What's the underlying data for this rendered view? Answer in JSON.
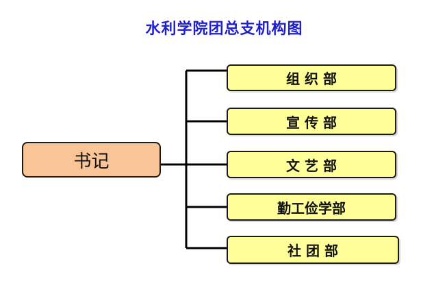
{
  "title": "水利学院团总支机构图",
  "root": {
    "label": "书记"
  },
  "children": [
    {
      "label": "组 织 部"
    },
    {
      "label": "宣 传 部"
    },
    {
      "label": "文 艺 部"
    },
    {
      "label": "勤工俭学部"
    },
    {
      "label": "社 团 部"
    }
  ],
  "colors": {
    "title": "#1f1fcc",
    "root_fill": "#f9c597",
    "child_fill": "#ffff99",
    "line": "#000000"
  }
}
